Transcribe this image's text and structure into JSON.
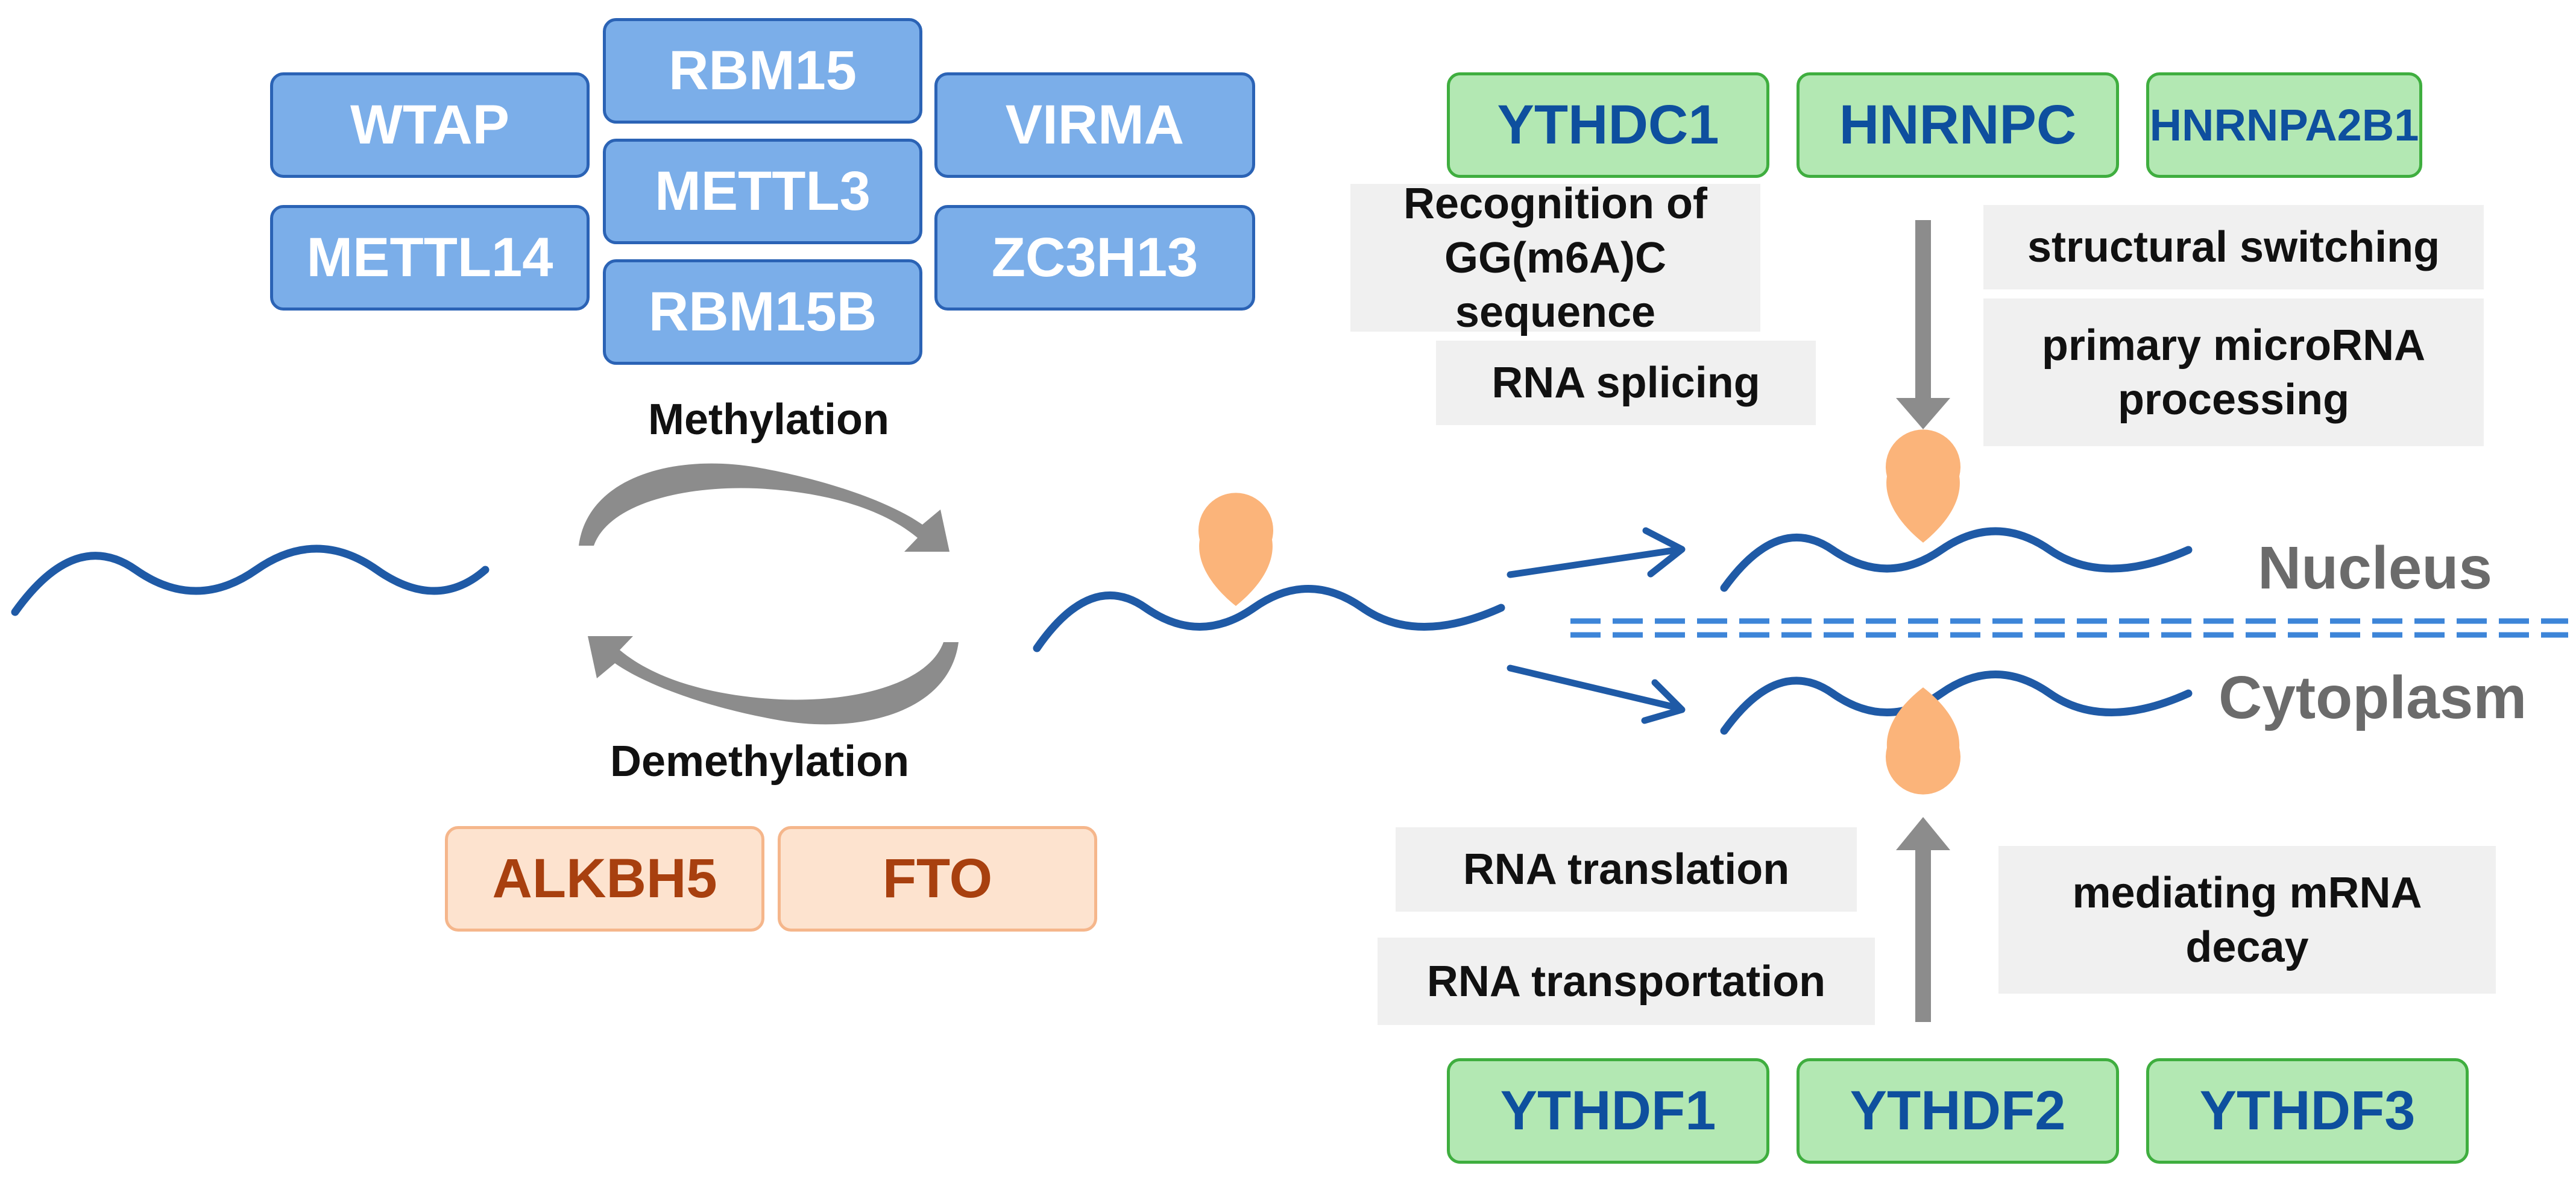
{
  "writers": [
    "RBM15",
    "WTAP",
    "VIRMA",
    "METTL3",
    "METTL14",
    "ZC3H13",
    "RBM15B"
  ],
  "methylation_label": "Methylation",
  "demethylation_label": "Demethylation",
  "erasers": [
    "ALKBH5",
    "FTO"
  ],
  "nuclear_readers": [
    "YTHDC1",
    "HNRNPC",
    "HNRNPA2B1"
  ],
  "nuclear_functions": {
    "recognition": "Recognition of\nGG(m6A)C sequence",
    "splicing": "RNA splicing",
    "structural": "structural switching",
    "microrna": "primary microRNA\nprocessing"
  },
  "cytoplasm_readers": [
    "YTHDF1",
    "YTHDF2",
    "YTHDF3"
  ],
  "cytoplasm_functions": {
    "translation": "RNA translation",
    "transportation": "RNA transportation",
    "decay": "mediating mRNA\ndecay"
  },
  "compartments": {
    "nucleus": "Nucleus",
    "cytoplasm": "Cytoplasm"
  },
  "colors": {
    "rna_strand": "#1f5aa6",
    "m6a_mark": "#fbb47a",
    "arrow_gray": "#8c8c8c",
    "membrane": "#3d85d8"
  }
}
